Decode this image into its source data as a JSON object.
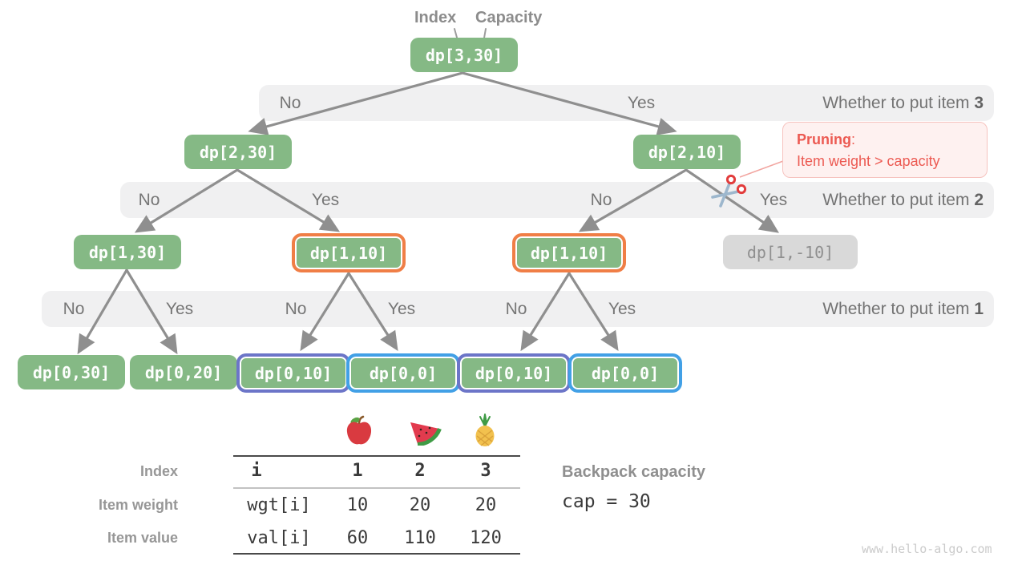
{
  "header": {
    "index_label": "Index",
    "capacity_label": "Capacity"
  },
  "tree": {
    "nodes": [
      {
        "label": "dp[3,30]",
        "variant": "green"
      },
      {
        "label": "dp[2,30]",
        "variant": "green"
      },
      {
        "label": "dp[2,10]",
        "variant": "green"
      },
      {
        "label": "dp[1,30]",
        "variant": "green"
      },
      {
        "label": "dp[1,10]",
        "variant": "green-orange-border"
      },
      {
        "label": "dp[1,10]",
        "variant": "green-orange-border"
      },
      {
        "label": "dp[1,-10]",
        "variant": "gray-pruned"
      },
      {
        "label": "dp[0,30]",
        "variant": "green"
      },
      {
        "label": "dp[0,20]",
        "variant": "green"
      },
      {
        "label": "dp[0,10]",
        "variant": "green-purple-border"
      },
      {
        "label": "dp[0,0]",
        "variant": "green-blue-border"
      },
      {
        "label": "dp[0,10]",
        "variant": "green-purple-border"
      },
      {
        "label": "dp[0,0]",
        "variant": "green-blue-border"
      }
    ],
    "bands": [
      {
        "prefix": "Whether to put item ",
        "item": "3",
        "answers": [
          "No",
          "Yes"
        ]
      },
      {
        "prefix": "Whether to put item ",
        "item": "2",
        "answers": [
          "No",
          "Yes",
          "No",
          "Yes"
        ]
      },
      {
        "prefix": "Whether to put item ",
        "item": "1",
        "answers": [
          "No",
          "Yes",
          "No",
          "Yes",
          "No",
          "Yes"
        ]
      }
    ],
    "pruning": {
      "title": "Pruning",
      "colon": ":",
      "detail": "Item weight > capacity"
    }
  },
  "items_table": {
    "row_captions": [
      "Index",
      "Item weight",
      "Item value"
    ],
    "header_cells": [
      "i",
      "1",
      "2",
      "3"
    ],
    "weight_row": [
      "wgt[i]",
      "10",
      "20",
      "20"
    ],
    "value_row": [
      "val[i]",
      "60",
      "110",
      "120"
    ],
    "fruit_icons": [
      "apple-icon",
      "watermelon-icon",
      "pineapple-icon"
    ]
  },
  "capacity_note": {
    "title": "Backpack capacity",
    "value": "cap = 30"
  },
  "watermark": "www.hello-algo.com",
  "colors": {
    "node_green": "#85b985",
    "highlight_orange": "#f07e46",
    "highlight_blue": "#42a0e6",
    "highlight_purple": "#6c75c8",
    "pruned_gray": "#d9d9d9",
    "band_gray": "#f0f0f1",
    "accent_red": "#ec5a52"
  }
}
